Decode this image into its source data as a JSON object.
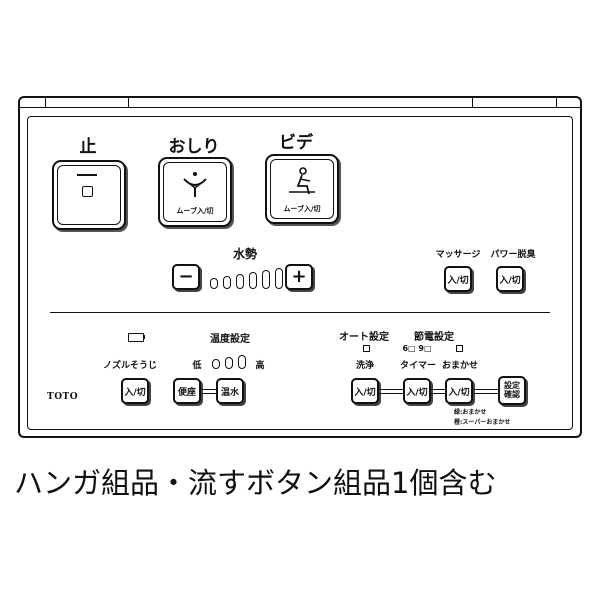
{
  "panel": {
    "stop": {
      "label": "止"
    },
    "oshiri": {
      "label": "おしり",
      "move_label": "ムーブ入/切"
    },
    "bidet": {
      "label": "ビデ",
      "move_label": "ムーブ入/切"
    },
    "water_pressure": {
      "label": "水勢",
      "minus": "−",
      "plus": "+",
      "level_count": 6
    },
    "massage": {
      "label": "マッサージ",
      "button": "入/切"
    },
    "power_deodorize": {
      "label": "パワー脱臭",
      "button": "入/切"
    },
    "nozzle_clean": {
      "label": "ノズルそうじ",
      "button": "入/切"
    },
    "temperature": {
      "label": "温度設定",
      "low": "低",
      "high": "高",
      "seat_button": "便座",
      "water_button": "温水"
    },
    "auto_setting": {
      "label": "オート設定",
      "wash_label": "洗浄",
      "button": "入/切"
    },
    "energy_setting": {
      "label": "節電設定",
      "timer_hours": "6□ 9□",
      "timer_label": "タイマー",
      "timer_button": "入/切",
      "omakase_label": "おまかせ",
      "omakase_button": "入/切",
      "confirm_button_line1": "設定",
      "confirm_button_line2": "確認",
      "note_green": "緑:おまかせ",
      "note_orange": "橙:スーパーおまかせ"
    },
    "brand": "TOTO"
  },
  "caption": "ハンガ組品・流すボタン組品1個含む"
}
